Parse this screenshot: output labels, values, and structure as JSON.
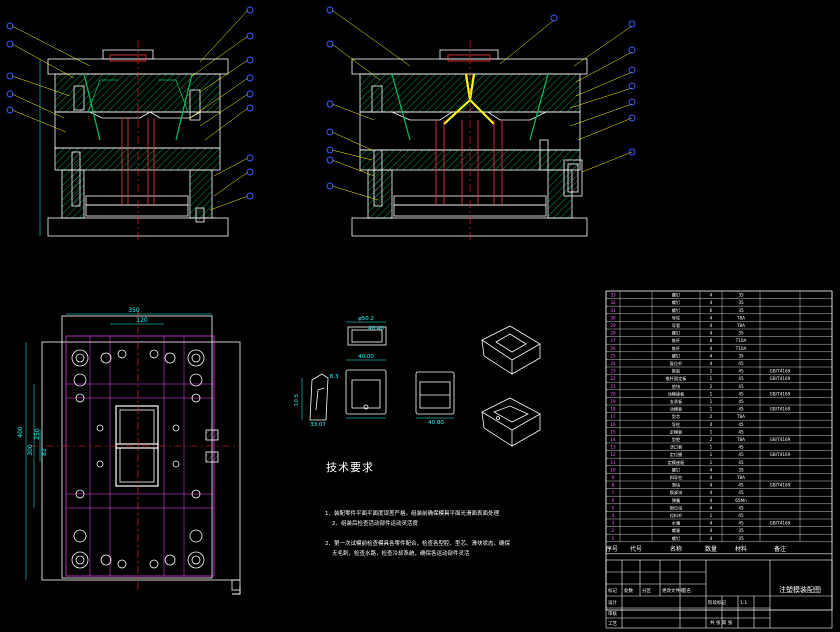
{
  "tech_requirements": {
    "title": "技术要求",
    "lines": [
      "1、装配零件平面平面度误差严格，组装前确保模具平面光滑面表面处理",
      "2、组装后检查活动部件运动灵活度",
      "2、第一次试模前检查模具各零件配合，检查各型腔、型芯、滑块状态，确保",
      "无毛刺，检查水路，检查冷却系统，确保各运动部件灵活"
    ]
  },
  "bom": {
    "header": [
      "序号",
      "代号",
      "名称",
      "数量",
      "材料",
      "备注"
    ],
    "rows": [
      [
        "33",
        "",
        "螺钉",
        "4",
        "35",
        "",
        ""
      ],
      [
        "32",
        "",
        "螺钉",
        "4",
        "35",
        "",
        ""
      ],
      [
        "31",
        "",
        "螺钉",
        "6",
        "35",
        "",
        ""
      ],
      [
        "30",
        "",
        "导柱",
        "4",
        "T8A",
        "",
        ""
      ],
      [
        "29",
        "",
        "导套",
        "4",
        "T8A",
        "",
        ""
      ],
      [
        "28",
        "",
        "螺钉",
        "4",
        "35",
        "",
        ""
      ],
      [
        "27",
        "",
        "推杆",
        "8",
        "T10A",
        "",
        ""
      ],
      [
        "26",
        "",
        "推杆",
        "4",
        "T10A",
        "",
        ""
      ],
      [
        "25",
        "",
        "螺钉",
        "4",
        "35",
        "",
        ""
      ],
      [
        "24",
        "",
        "复位杆",
        "4",
        "45",
        "",
        ""
      ],
      [
        "23",
        "",
        "推板",
        "1",
        "45",
        "GB/T4169",
        ""
      ],
      [
        "22",
        "",
        "推杆固定板",
        "1",
        "45",
        "GB/T4169",
        ""
      ],
      [
        "21",
        "",
        "垫块",
        "2",
        "45",
        "",
        ""
      ],
      [
        "20",
        "",
        "动模座板",
        "1",
        "45",
        "GB/T4169",
        ""
      ],
      [
        "19",
        "",
        "支承板",
        "1",
        "45",
        "",
        ""
      ],
      [
        "18",
        "",
        "动模板",
        "1",
        "45",
        "GB/T4169",
        ""
      ],
      [
        "17",
        "",
        "型芯",
        "2",
        "T8A",
        "",
        ""
      ],
      [
        "16",
        "",
        "导柱",
        "4",
        "45",
        "",
        ""
      ],
      [
        "15",
        "",
        "定模板",
        "1",
        "45",
        "",
        ""
      ],
      [
        "14",
        "",
        "型腔",
        "2",
        "T8A",
        "GB/T4169",
        ""
      ],
      [
        "13",
        "",
        "浇口套",
        "1",
        "45",
        "",
        ""
      ],
      [
        "12",
        "",
        "定位圈",
        "1",
        "45",
        "GB/T4169",
        ""
      ],
      [
        "11",
        "",
        "定模座板",
        "1",
        "45",
        "",
        ""
      ],
      [
        "10",
        "",
        "螺钉",
        "4",
        "35",
        "",
        ""
      ],
      [
        "9",
        "",
        "斜导柱",
        "4",
        "T8A",
        "",
        ""
      ],
      [
        "8",
        "",
        "滑块",
        "4",
        "45",
        "GB/T4169",
        ""
      ],
      [
        "7",
        "",
        "楔紧块",
        "4",
        "45",
        "",
        ""
      ],
      [
        "6",
        "",
        "弹簧",
        "4",
        "65Mn",
        "",
        ""
      ],
      [
        "5",
        "",
        "限位块",
        "4",
        "45",
        "",
        ""
      ],
      [
        "4",
        "",
        "拉料杆",
        "1",
        "45",
        "",
        ""
      ],
      [
        "3",
        "",
        "水嘴",
        "4",
        "45",
        "GB/T4169",
        ""
      ],
      [
        "2",
        "",
        "螺塞",
        "4",
        "35",
        "",
        ""
      ],
      [
        "1",
        "",
        "螺钉",
        "4",
        "35",
        "",
        ""
      ]
    ]
  },
  "title_block": {
    "drawing_title": "注塑模装配图",
    "labels": [
      "标记",
      "处数",
      "分区",
      "更改文件号",
      "签名",
      "年月日",
      "设计",
      "审核",
      "工艺",
      "批准",
      "阶段标记",
      "重量",
      "比例",
      "共张",
      "第张"
    ],
    "scale": "1:1",
    "sheet": "共 张 第 张"
  },
  "plan_view": {
    "dimensions": [
      "350",
      "120",
      "400",
      "300",
      "250",
      "82"
    ]
  },
  "part_views": {
    "dimensions": [
      "φ50.2",
      "40.40",
      "40.00",
      "8.3",
      "10.5",
      "33.07",
      "40.80"
    ]
  },
  "colors": {
    "background": "#000000",
    "outline": "#ffffff",
    "balloon": "#3b5bff",
    "leader": "#ffff00",
    "hatch": "#00c060",
    "pin": "#ff3a3a",
    "center": "#ff2a2a",
    "dim": "#20ffff",
    "plan": "#ff40ff",
    "sprue": "#ffff00"
  }
}
